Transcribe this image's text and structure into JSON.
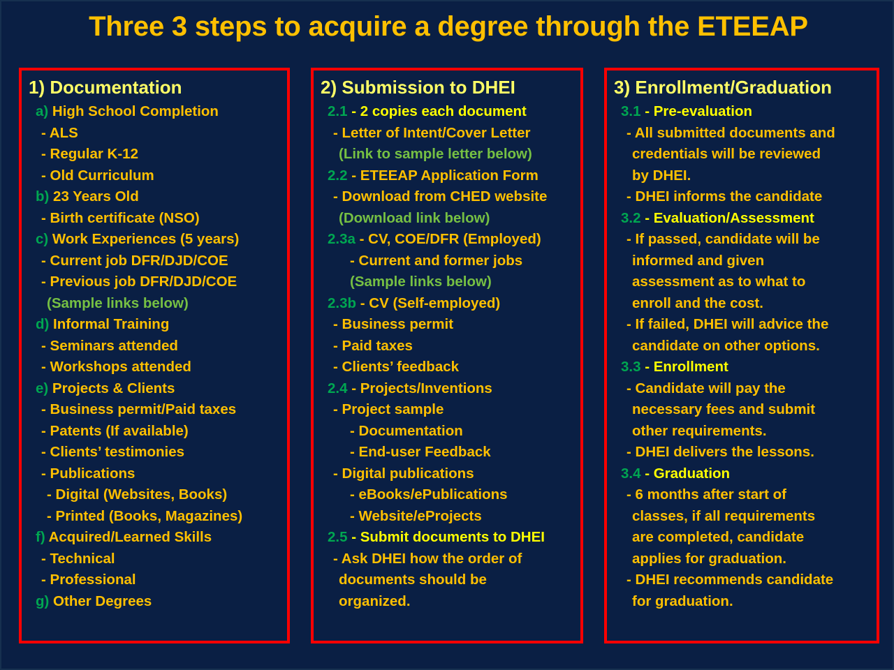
{
  "colors": {
    "background": "#0a1f44",
    "border": "#ff0000",
    "title": "#ffc000",
    "heading": "#ffff66",
    "marker_green": "#00a651",
    "note_green": "#76c043",
    "body_gold": "#ffc000",
    "body_bright": "#ffff00"
  },
  "title": "Three 3 steps to acquire a degree through the ETEEAP",
  "columns": [
    {
      "heading": "1) Documentation",
      "lines": [
        {
          "marker": "a)",
          "text": " High School Completion",
          "indent": 1,
          "style": "gold"
        },
        {
          "marker": "",
          "text": "- ALS",
          "indent": 2,
          "style": "gold"
        },
        {
          "marker": "",
          "text": "- Regular K-12",
          "indent": 2,
          "style": "gold"
        },
        {
          "marker": "",
          "text": "- Old Curriculum",
          "indent": 2,
          "style": "gold"
        },
        {
          "marker": "b)",
          "text": " 23 Years Old",
          "indent": 1,
          "style": "gold"
        },
        {
          "marker": "",
          "text": "- Birth certificate (NSO)",
          "indent": 2,
          "style": "gold"
        },
        {
          "marker": "c)",
          "text": " Work Experiences (5 years)",
          "indent": 1,
          "style": "gold"
        },
        {
          "marker": "",
          "text": "- Current job DFR/DJD/COE",
          "indent": 2,
          "style": "gold"
        },
        {
          "marker": "",
          "text": "- Previous job DFR/DJD/COE",
          "indent": 2,
          "style": "gold"
        },
        {
          "marker": "",
          "text": "(Sample links below)",
          "indent": 3,
          "style": "green"
        },
        {
          "marker": "d)",
          "text": " Informal Training",
          "indent": 1,
          "style": "gold"
        },
        {
          "marker": "",
          "text": "- Seminars attended",
          "indent": 2,
          "style": "gold"
        },
        {
          "marker": "",
          "text": "- Workshops attended",
          "indent": 2,
          "style": "gold"
        },
        {
          "marker": "e)",
          "text": " Projects & Clients",
          "indent": 1,
          "style": "gold"
        },
        {
          "marker": "",
          "text": "- Business permit/Paid taxes",
          "indent": 2,
          "style": "gold"
        },
        {
          "marker": "",
          "text": "- Patents (If available)",
          "indent": 2,
          "style": "gold"
        },
        {
          "marker": "",
          "text": "- Clients’ testimonies",
          "indent": 2,
          "style": "gold"
        },
        {
          "marker": "",
          "text": "- Publications",
          "indent": 2,
          "style": "gold"
        },
        {
          "marker": "",
          "text": "- Digital (Websites, Books)",
          "indent": 3,
          "style": "gold"
        },
        {
          "marker": "",
          "text": "- Printed (Books, Magazines)",
          "indent": 3,
          "style": "gold"
        },
        {
          "marker": "f)",
          "text": "  Acquired/Learned Skills",
          "indent": 1,
          "style": "gold"
        },
        {
          "marker": "",
          "text": "- Technical",
          "indent": 2,
          "style": "gold"
        },
        {
          "marker": "",
          "text": "- Professional",
          "indent": 2,
          "style": "gold"
        },
        {
          "marker": "g)",
          "text": " Other Degrees",
          "indent": 1,
          "style": "gold"
        }
      ]
    },
    {
      "heading": "2) Submission to DHEI",
      "lines": [
        {
          "marker": "2.1",
          "text": " - 2 copies each document",
          "indent": 1,
          "style": "bright"
        },
        {
          "marker": "",
          "text": "- Letter of Intent/Cover Letter",
          "indent": 2,
          "style": "gold"
        },
        {
          "marker": "",
          "text": "(Link to sample letter below)",
          "indent": 3,
          "style": "green"
        },
        {
          "marker": "2.2",
          "text": " - ETEEAP  Application Form",
          "indent": 1,
          "style": "gold"
        },
        {
          "marker": "",
          "text": "- Download from CHED website",
          "indent": 2,
          "style": "gold"
        },
        {
          "marker": "",
          "text": "(Download link below)",
          "indent": 3,
          "style": "green"
        },
        {
          "marker": "2.3a",
          "text": " - CV, COE/DFR (Employed)",
          "indent": 1,
          "style": "gold"
        },
        {
          "marker": "",
          "text": "- Current and former jobs",
          "indent": 4,
          "style": "gold"
        },
        {
          "marker": "",
          "text": "(Sample links below)",
          "indent": 4,
          "style": "green"
        },
        {
          "marker": "2.3b",
          "text": " - CV (Self-employed)",
          "indent": 1,
          "style": "gold"
        },
        {
          "marker": "",
          "text": "- Business permit",
          "indent": 2,
          "style": "gold"
        },
        {
          "marker": "",
          "text": "- Paid taxes",
          "indent": 2,
          "style": "gold"
        },
        {
          "marker": "",
          "text": "- Clients’ feedback",
          "indent": 2,
          "style": "gold"
        },
        {
          "marker": "2.4",
          "text": " - Projects/Inventions",
          "indent": 1,
          "style": "gold"
        },
        {
          "marker": "",
          "text": "- Project sample",
          "indent": 2,
          "style": "gold"
        },
        {
          "marker": "",
          "text": "- Documentation",
          "indent": 4,
          "style": "gold"
        },
        {
          "marker": "",
          "text": "- End-user Feedback",
          "indent": 4,
          "style": "gold"
        },
        {
          "marker": "",
          "text": "- Digital publications",
          "indent": 2,
          "style": "gold"
        },
        {
          "marker": "",
          "text": "- eBooks/ePublications",
          "indent": 4,
          "style": "gold"
        },
        {
          "marker": "",
          "text": "- Website/eProjects",
          "indent": 4,
          "style": "gold"
        },
        {
          "marker": "2.5",
          "text": " - Submit documents to DHEI",
          "indent": 1,
          "style": "bright"
        },
        {
          "marker": "",
          "text": "- Ask DHEI how the order of",
          "indent": 2,
          "style": "gold"
        },
        {
          "marker": "",
          "text": "documents  should be",
          "indent": 3,
          "style": "gold"
        },
        {
          "marker": "",
          "text": "organized.",
          "indent": 3,
          "style": "gold"
        }
      ]
    },
    {
      "heading": "3) Enrollment/Graduation",
      "lines": [
        {
          "marker": "3.1",
          "text": " - Pre-evaluation",
          "indent": 1,
          "style": "bright"
        },
        {
          "marker": "",
          "text": "- All submitted documents and",
          "indent": 2,
          "style": "gold"
        },
        {
          "marker": "",
          "text": "credentials will be reviewed",
          "indent": 3,
          "style": "gold"
        },
        {
          "marker": "",
          "text": "by DHEI.",
          "indent": 3,
          "style": "gold"
        },
        {
          "marker": "",
          "text": "- DHEI informs the candidate",
          "indent": 2,
          "style": "gold"
        },
        {
          "marker": "3.2",
          "text": " -  Evaluation/Assessment",
          "indent": 1,
          "style": "bright"
        },
        {
          "marker": "",
          "text": "- If passed, candidate will be",
          "indent": 2,
          "style": "gold"
        },
        {
          "marker": "",
          "text": "informed and given",
          "indent": 3,
          "style": "gold"
        },
        {
          "marker": "",
          "text": "assessment as to what to",
          "indent": 3,
          "style": "gold"
        },
        {
          "marker": "",
          "text": "enroll and the cost.",
          "indent": 3,
          "style": "gold"
        },
        {
          "marker": "",
          "text": "- If failed, DHEI will advice the",
          "indent": 2,
          "style": "gold"
        },
        {
          "marker": "",
          "text": "candidate on other options.",
          "indent": 3,
          "style": "gold"
        },
        {
          "marker": "3.3",
          "text": " - Enrollment",
          "indent": 1,
          "style": "bright"
        },
        {
          "marker": "",
          "text": "- Candidate will pay the",
          "indent": 2,
          "style": "gold"
        },
        {
          "marker": "",
          "text": "necessary fees and submit",
          "indent": 3,
          "style": "gold"
        },
        {
          "marker": "",
          "text": "other requirements.",
          "indent": 3,
          "style": "gold"
        },
        {
          "marker": "",
          "text": "-  DHEI delivers the lessons.",
          "indent": 2,
          "style": "gold"
        },
        {
          "marker": "3.4",
          "text": " - Graduation",
          "indent": 1,
          "style": "bright"
        },
        {
          "marker": "",
          "text": "- 6 months after start of",
          "indent": 2,
          "style": "gold"
        },
        {
          "marker": "",
          "text": "classes, if all requirements",
          "indent": 3,
          "style": "gold"
        },
        {
          "marker": "",
          "text": "are completed, candidate",
          "indent": 3,
          "style": "gold"
        },
        {
          "marker": "",
          "text": "applies for graduation.",
          "indent": 3,
          "style": "gold"
        },
        {
          "marker": "",
          "text": "- DHEI recommends candidate",
          "indent": 2,
          "style": "gold"
        },
        {
          "marker": "",
          "text": "for graduation.",
          "indent": 3,
          "style": "gold"
        }
      ]
    }
  ]
}
